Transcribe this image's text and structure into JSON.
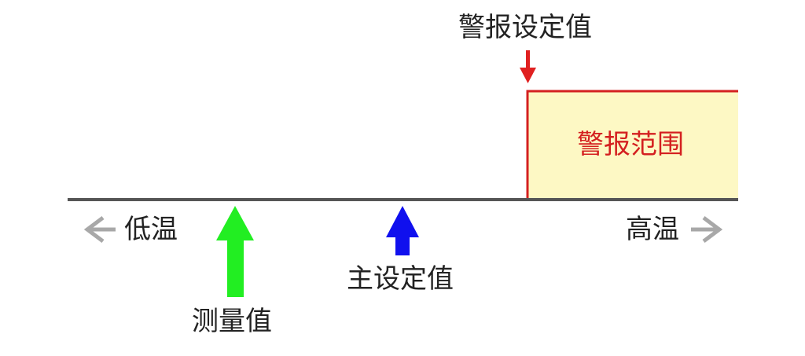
{
  "labels": {
    "alarm_setpoint": "警报设定值",
    "alarm_range": "警报范围",
    "low_temp": "低温",
    "high_temp": "高温",
    "main_setpoint": "主设定值",
    "measured_value": "测量值"
  },
  "colors": {
    "axis": "#555555",
    "axis_arrow": "#a8a8a8",
    "alarm_border": "#d42020",
    "alarm_fill": "#fdf8c4",
    "alarm_text": "#d42020",
    "alarm_pointer": "#e02020",
    "measured_arrow": "#22ee22",
    "main_setpoint_arrow": "#1010ee",
    "text": "#222222"
  },
  "icons": {
    "low_direction": "arrow-left-icon",
    "high_direction": "arrow-right-icon"
  }
}
